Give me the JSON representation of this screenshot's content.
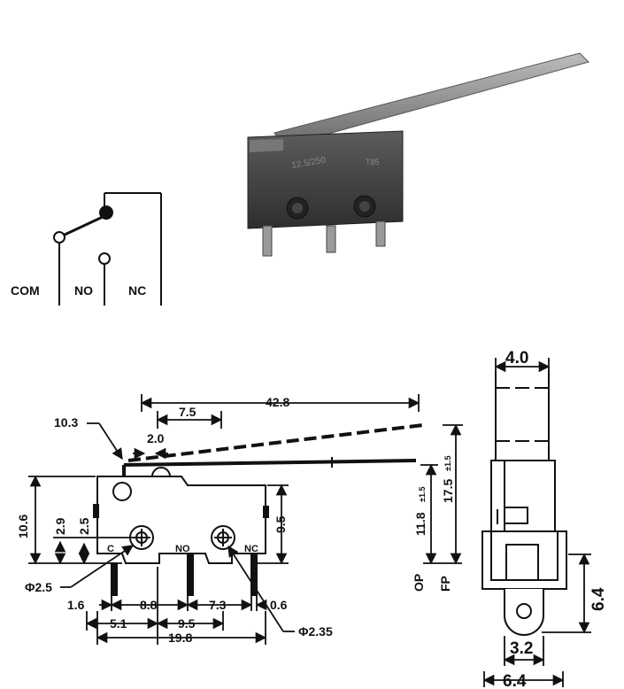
{
  "schematic": {
    "com": "COM",
    "no": "NO",
    "nc": "NC"
  },
  "photo": {
    "body_text_1": "12.5/250",
    "body_text_2": "T85"
  },
  "side_view": {
    "dim_42_8": "42.8",
    "dim_7_5": "7.5",
    "dim_10_3": "10.3",
    "dim_2_0": "2.0",
    "dim_10_6": "10.6",
    "dim_2_9": "2.9",
    "dim_2_5": "2.5",
    "dim_9_5_v": "9.5",
    "dim_11_8": "11.8",
    "tol_11_8": "±1.5",
    "dim_17_5": "17.5",
    "tol_17_5": "±1.5",
    "op": "OP",
    "fp": "FP",
    "term_c": "C",
    "term_no": "NO",
    "term_nc": "NC",
    "phi_2_5": "Φ2.5",
    "phi_2_35": "Φ2.35",
    "dim_1_6": "1.6",
    "dim_8_8": "8.8",
    "dim_7_3": "7.3",
    "dim_0_6": "0.6",
    "dim_5_1": "5.1",
    "dim_9_5_h": "9.5",
    "dim_19_8": "19.8"
  },
  "end_view": {
    "dim_4_0": "4.0",
    "dim_6_4_v": "6.4",
    "dim_3_2": "3.2",
    "dim_6_4_h": "6.4"
  }
}
